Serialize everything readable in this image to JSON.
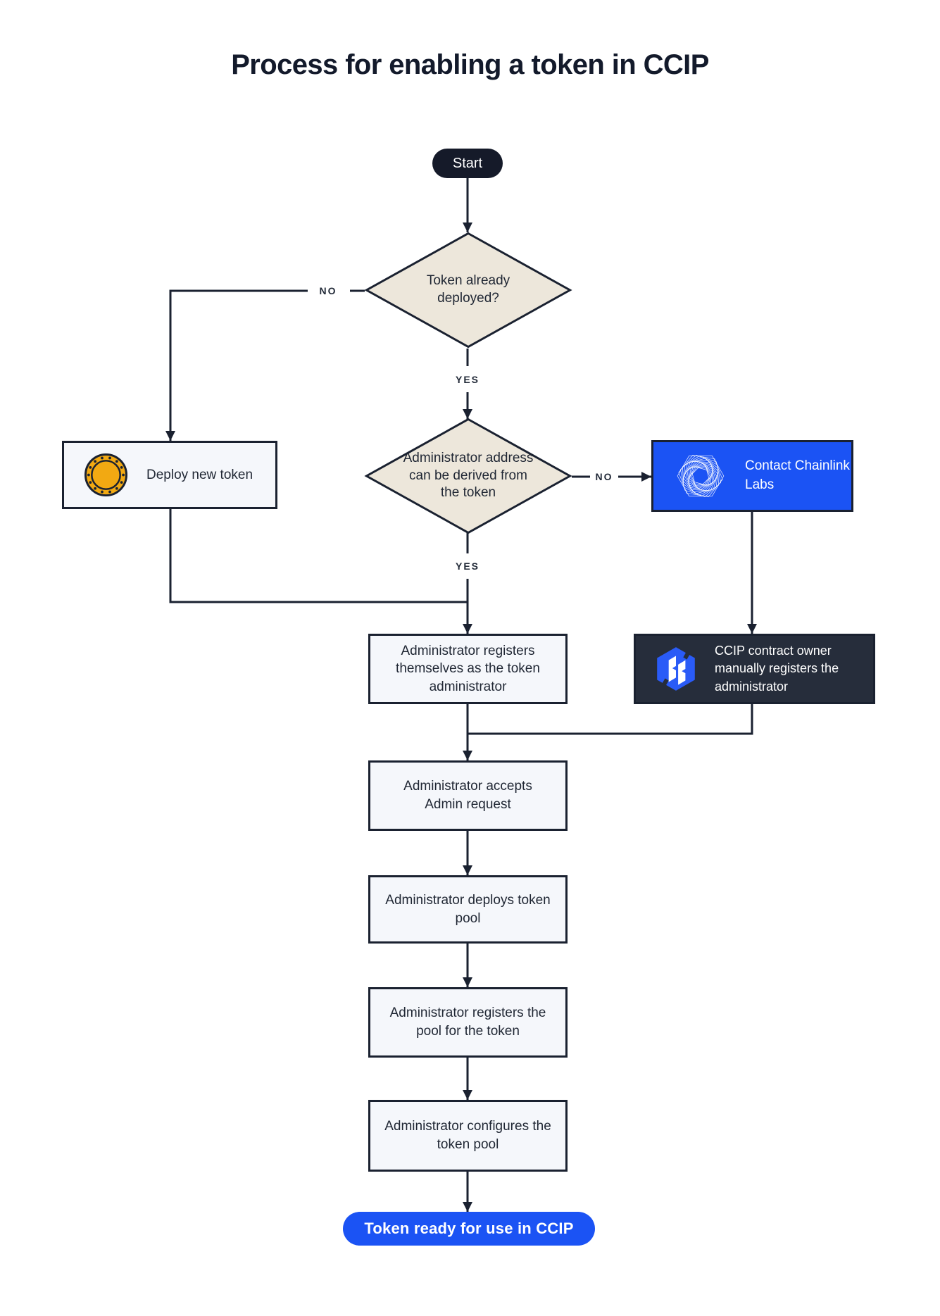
{
  "title": "Process for enabling a token in CCIP",
  "nodes": {
    "start": {
      "label": "Start"
    },
    "decision_token_deployed": {
      "label": "Token already deployed?"
    },
    "deploy_new_token": {
      "label": "Deploy new token",
      "icon": "token-coin-icon"
    },
    "decision_admin_address": {
      "label": "Administrator address can be derived from the token"
    },
    "contact_chainlink": {
      "label": "Contact Chainlink Labs",
      "icon": "chainlink-labs-icon"
    },
    "admin_registers_self": {
      "label": "Administrator registers themselves as the token administrator"
    },
    "ccip_owner_registers": {
      "label": "CCIP contract owner manually registers the administrator",
      "icon": "ccip-logo-icon"
    },
    "admin_accepts": {
      "label": "Administrator accepts Admin request"
    },
    "admin_deploys_pool": {
      "label": "Administrator deploys token pool"
    },
    "admin_registers_pool": {
      "label": "Administrator registers the pool for the token"
    },
    "admin_configures_pool": {
      "label": "Administrator configures the token pool"
    },
    "token_ready": {
      "label": "Token ready for use in CCIP"
    }
  },
  "edge_labels": {
    "token_deployed_no": "NO",
    "token_deployed_yes": "YES",
    "admin_address_no": "NO",
    "admin_address_yes": "YES"
  },
  "colors": {
    "ink": "#1A2130",
    "accent_blue": "#1B53F4",
    "diamond_fill": "#EDE7DB",
    "process_fill": "#F5F7FB",
    "dark_box_fill": "#262D3B",
    "start_fill": "#151A29",
    "coin_gold": "#F2A912"
  }
}
